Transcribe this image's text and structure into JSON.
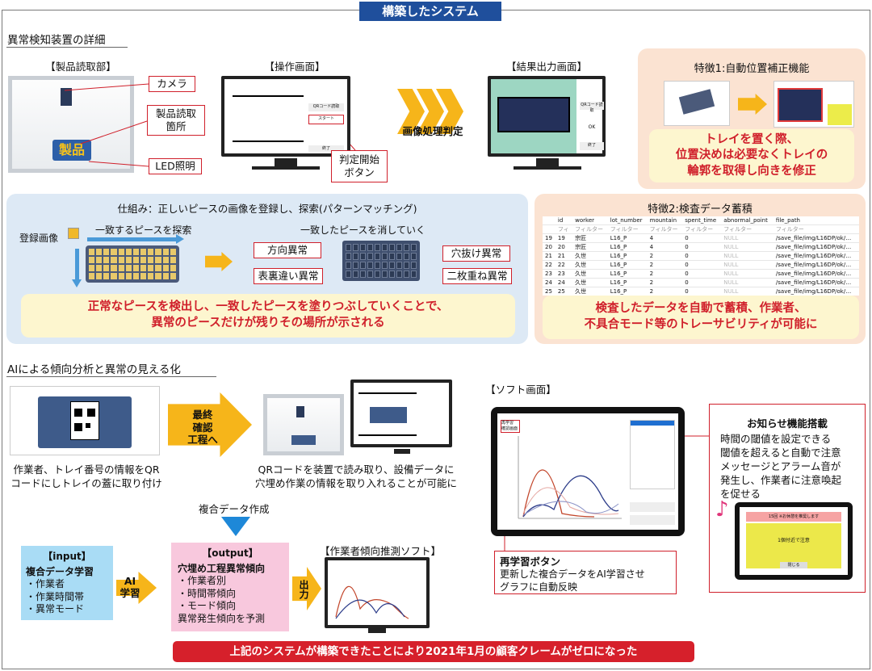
{
  "header": {
    "title": "構築したシステム"
  },
  "section1": {
    "title": "異常検知装置の詳細",
    "reader": {
      "label": "【製品読取部】",
      "camera": "カメラ",
      "read_spot_l1": "製品読取",
      "read_spot_l2": "箇所",
      "led": "LED照明",
      "product_text": "製品"
    },
    "operation": {
      "label": "【操作画面】",
      "qr_btn": "QRコード読取",
      "start_btn_small": "スタート",
      "end_btn": "終了",
      "start_btn_l1": "判定開始",
      "start_btn_l2": "ボタン"
    },
    "image_judge": "画像処理判定",
    "result": {
      "label": "【結果出力画面】",
      "qr_btn": "QRコード読取",
      "ok": "OK",
      "end_btn": "終了"
    },
    "feature1": {
      "title": "特徴1:自動位置補正機能",
      "note_l1": "トレイを置く際、",
      "note_l2": "位置決めは必要なくトレイの",
      "note_l3": "輪郭を取得し向きを修正"
    }
  },
  "mechanism": {
    "title": "仕組み：正しいピースの画像を登録し、探索(パターンマッチング)",
    "reg_image": "登録画像",
    "search": "一致するピースを探索",
    "erase": "一致したピースを消していく",
    "defects": {
      "direction": "方向異常",
      "missing": "穴抜け異常",
      "flip": "表裏違い異常",
      "double": "二枚重ね異常"
    },
    "note_l1": "正常なピースを検出し、一致したピースを塗りつぶしていくことで、",
    "note_l2": "異常のピースだけが残りその場所が示される"
  },
  "feature2": {
    "title": "特徴2:検査データ蓄積",
    "columns": [
      "id",
      "worker",
      "lot_number",
      "mountain",
      "spent_time",
      "abnormal_point",
      "file_path"
    ],
    "filter_row": [
      "フィ",
      "フィルター",
      "フィルター",
      "フィルター",
      "フィルター",
      "フィルター",
      "フィルター"
    ],
    "rows": [
      {
        "n": "19",
        "id": "19",
        "worker": "宗匠",
        "lot": "L16_P",
        "mountain": "4",
        "time": "0",
        "ab": "NULL",
        "path": "/save_file/img/L16DP/ok/…"
      },
      {
        "n": "20",
        "id": "20",
        "worker": "宗匠",
        "lot": "L16_P",
        "mountain": "4",
        "time": "0",
        "ab": "NULL",
        "path": "/save_file/img/L16DP/ok/…"
      },
      {
        "n": "21",
        "id": "21",
        "worker": "久世",
        "lot": "L16_P",
        "mountain": "2",
        "time": "0",
        "ab": "NULL",
        "path": "/save_file/img/L16DP/ok/…"
      },
      {
        "n": "22",
        "id": "22",
        "worker": "久世",
        "lot": "L16_P",
        "mountain": "2",
        "time": "0",
        "ab": "NULL",
        "path": "/save_file/img/L16DP/ok/…"
      },
      {
        "n": "23",
        "id": "23",
        "worker": "久世",
        "lot": "L16_P",
        "mountain": "2",
        "time": "0",
        "ab": "NULL",
        "path": "/save_file/img/L16DP/ok/…"
      },
      {
        "n": "24",
        "id": "24",
        "worker": "久世",
        "lot": "L16_P",
        "mountain": "2",
        "time": "0",
        "ab": "NULL",
        "path": "/save_file/img/L16DP/ok/…"
      },
      {
        "n": "25",
        "id": "25",
        "worker": "久世",
        "lot": "L16_P",
        "mountain": "2",
        "time": "0",
        "ab": "NULL",
        "path": "/save_file/img/L16DP/ok/…"
      }
    ],
    "note_l1": "検査したデータを自動で蓄積、作業者、",
    "note_l2": "不具合モード等のトレーサビリティが可能に"
  },
  "section2": {
    "title": "AIによる傾向分析と異常の見える化",
    "qr_caption_l1": "作業者、トレイ番号の情報をQR",
    "qr_caption_l2": "コードにしトレイの蓋に取り付け",
    "final_l1": "最終",
    "final_l2": "確認",
    "final_l3": "工程へ",
    "device_caption_l1": "QRコードを装置で読み取り、設備データに",
    "device_caption_l2": "穴埋め作業の情報を取り入れることが可能に",
    "combined_data": "複合データ作成",
    "input": {
      "title": "【input】",
      "head": "複合データ学習",
      "items": [
        "・作業者",
        "・作業時間帯",
        "・異常モード"
      ]
    },
    "ai_l1": "AI",
    "ai_l2": "学習",
    "output": {
      "title": "【output】",
      "head": "穴埋め工程異常傾向",
      "items": [
        "・作業者別",
        "・時間帯傾向",
        "・モード傾向"
      ],
      "foot": "異常発生傾向を予測"
    },
    "out_arrow": "出力",
    "soft_label": "【作業者傾向推測ソフト】",
    "soft_screen_label": "【ソフト画面】",
    "relearn": {
      "title": "再学習ボタン",
      "l1": "更新した複合データをAI学習させ",
      "l2": "グラフに自動反映"
    },
    "relearn_small_l1": "再学習",
    "relearn_small_l2": "確認画面",
    "notice": {
      "title": "お知らせ機能搭載",
      "l1": "時間の閾値を設定できる",
      "l2": "閾値を超えると自動で注意",
      "l3": "メッセージとアラーム音が",
      "l4": "発生し、作業者に注意喚起",
      "l5": "を促せる"
    },
    "alarm_bar": "15回 ※お休憩を推奨します",
    "alarm_msg": "1個付近で注意",
    "alarm_btn": "閉じる"
  },
  "footer": {
    "banner": "上記のシステムが構築できたことにより2021年1月の顧客クレームがゼロになった"
  },
  "chart_data": {
    "type": "line",
    "note": "schematic curves on software screen; axis values not printed"
  }
}
